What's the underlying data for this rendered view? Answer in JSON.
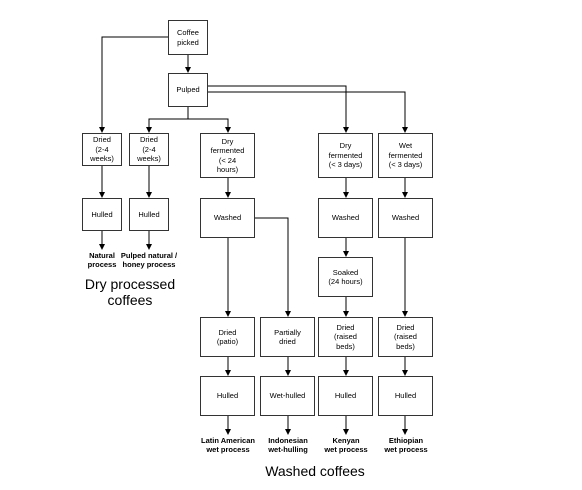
{
  "nodes": {
    "picked": "Coffee\npicked",
    "pulped": "Pulped",
    "dried_natural": "Dried\n(2-4\nweeks)",
    "dried_pulped": "Dried\n(2-4\nweeks)",
    "dry_ferm_24h": "Dry\nfermented\n(< 24\nhours)",
    "dry_ferm_3d": "Dry\nfermented\n(< 3 days)",
    "wet_ferm_3d": "Wet\nfermented\n(< 3 days)",
    "hulled_natural": "Hulled",
    "hulled_pulped": "Hulled",
    "washed_1": "Washed",
    "washed_2": "Washed",
    "washed_3": "Washed",
    "soaked": "Soaked\n(24 hours)",
    "dried_patio": "Dried\n(patio)",
    "partially_dried": "Partially\ndried",
    "dried_raised_kenya": "Dried\n(raised\nbeds)",
    "dried_raised_ethiopia": "Dried\n(raised\nbeds)",
    "hulled_latam": "Hulled",
    "wet_hulling": "Wet-hulled",
    "hulled_kenya": "Hulled",
    "hulled_ethiopia": "Hulled"
  },
  "outcomes": {
    "natural": "Natural\nprocess",
    "pulped_natural": "Pulped natural /\nhoney process",
    "latin_american": "Latin American\nwet process",
    "indonesian": "Indonesian\nwet-hulling",
    "kenyan": "Kenyan\nwet process",
    "ethiopian": "Ethiopian\nwet process"
  },
  "groups": {
    "dry": "Dry processed\ncoffees",
    "washed": "Washed coffees"
  },
  "colors": {
    "line": "#000000",
    "border": "#333333"
  }
}
